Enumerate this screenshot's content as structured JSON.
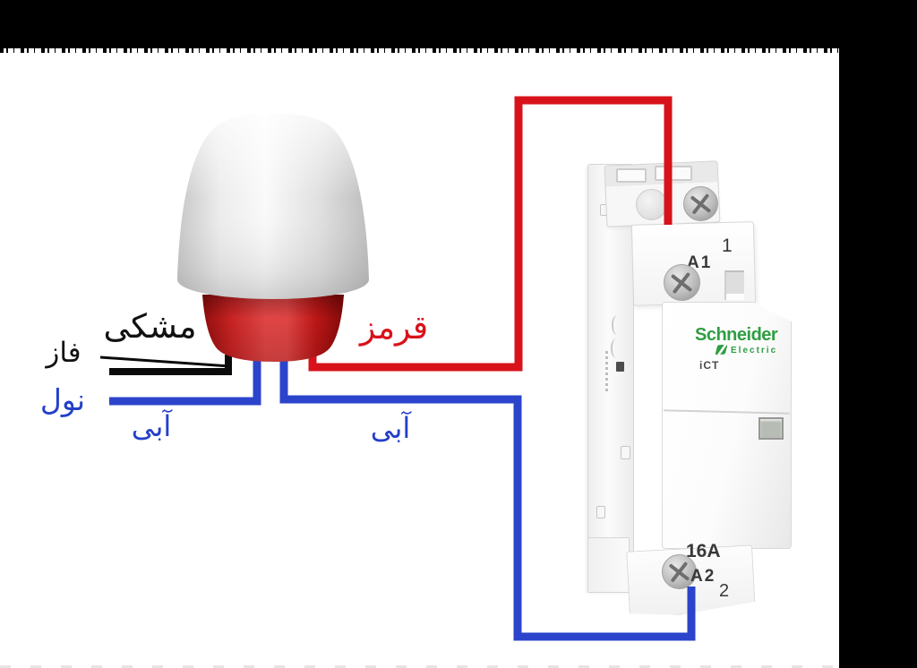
{
  "colors": {
    "frame_black": "#000000",
    "wire_red": "#d8121b",
    "wire_blue": "#2b44cb",
    "wire_black": "#0b0b0b",
    "label_red": "#d8121b",
    "label_blue": "#2440c8",
    "label_black": "#111111",
    "sensor_red": "#c81b1b",
    "schneider_green": "#2f9e44"
  },
  "labels": {
    "black_wire": "مشکی",
    "phase": "فاز",
    "neutral": "نول",
    "blue_left": "آبی",
    "blue_right": "آبی",
    "red_wire": "قرمز"
  },
  "contactor": {
    "brand": "Schneider",
    "brand_sub": "Electric",
    "model": "iCT",
    "terminal_a1": "A1",
    "pole_1": "1",
    "rating": "16A",
    "terminal_a2": "A2",
    "pole_2": "2"
  }
}
